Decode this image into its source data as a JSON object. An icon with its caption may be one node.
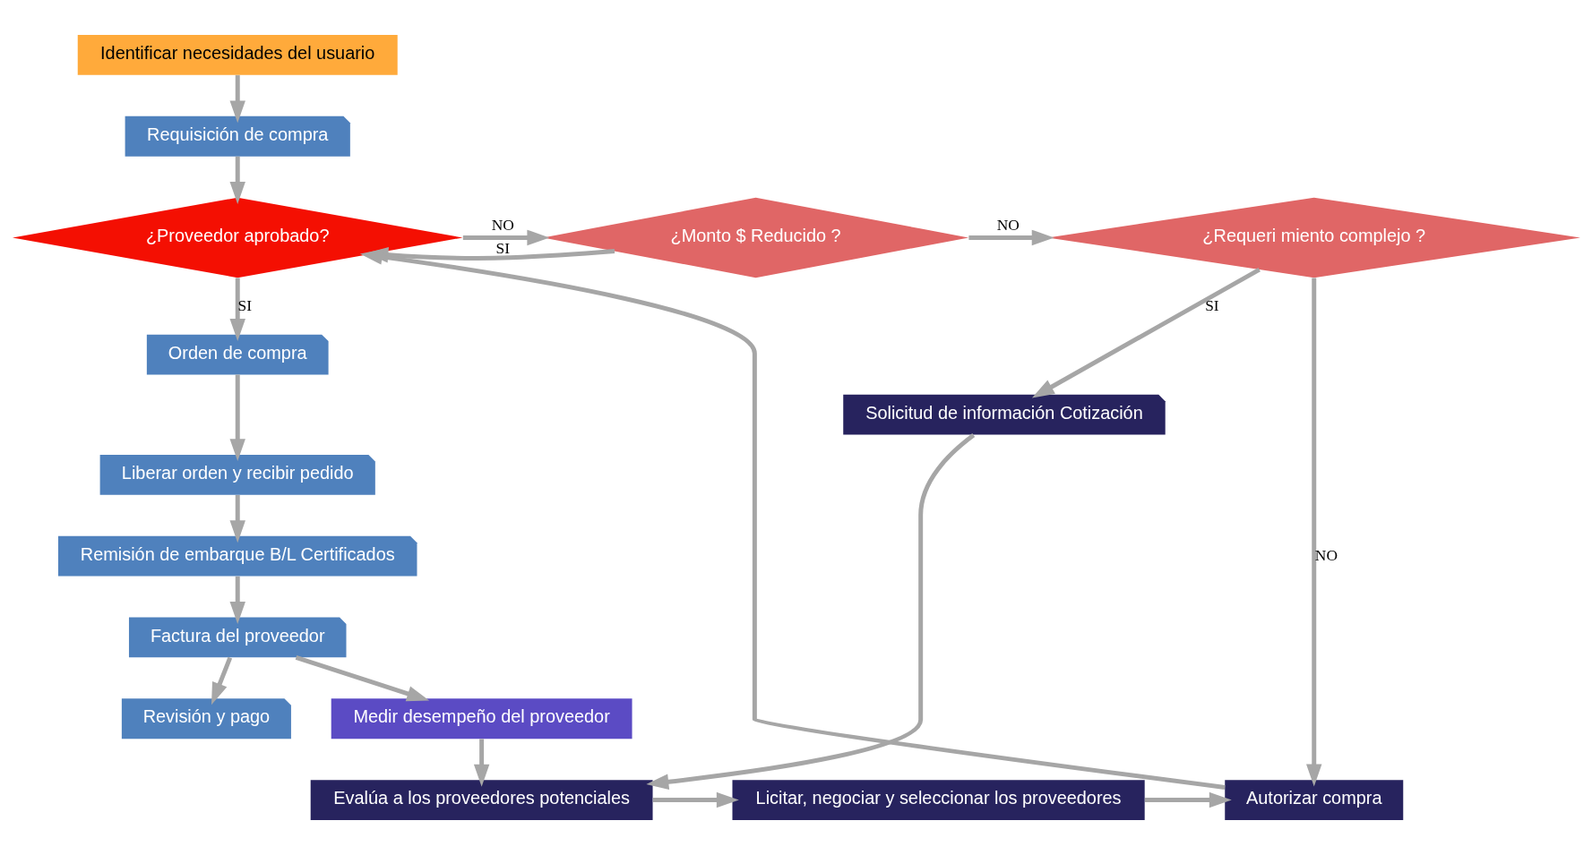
{
  "diagram": {
    "nodes": [
      {
        "text": [
          "Identificar necesidades del usuario"
        ]
      },
      {
        "text": [
          "Requisición de compra"
        ]
      },
      {
        "text": [
          "¿Proveedor aprobado?"
        ]
      },
      {
        "text": [
          "¿Monto $ Reducido ?"
        ]
      },
      {
        "text": [
          "¿Requeri miento complejo ?"
        ]
      },
      {
        "text": [
          "Orden de compra"
        ]
      },
      {
        "text": [
          "Liberar orden y recibir pedido"
        ]
      },
      {
        "text": [
          "Remisión de embarque B/L Certificados"
        ]
      },
      {
        "text": [
          "Factura del proveedor"
        ]
      },
      {
        "text": [
          "Revisión y pago"
        ]
      },
      {
        "text": [
          "Solicitud de información Cotización"
        ]
      },
      {
        "text": [
          "Evalúa a los proveedores potenciales"
        ]
      },
      {
        "text": [
          "Licitar, negociar y seleccionar los proveedores"
        ]
      },
      {
        "text": [
          "Autorizar compra"
        ]
      },
      {
        "text": [
          "Medir desempeño del proveedor"
        ]
      }
    ],
    "edges": [
      {
        "from": 0,
        "to": 1,
        "arrow": "to"
      },
      {
        "from": 1,
        "to": 2,
        "arrow": "to"
      },
      {
        "from": 2,
        "to": 5,
        "arrow": "to",
        "label": "SI"
      },
      {
        "from": 2,
        "to": 3,
        "arrow": "to",
        "label": "NO"
      },
      {
        "from": 3,
        "to": 4,
        "arrow": "to",
        "label": "NO"
      },
      {
        "from": 3,
        "to": 2,
        "arrow": "to",
        "label": "SI"
      },
      {
        "from": 4,
        "to": 13,
        "arrow": "to",
        "label": "NO"
      },
      {
        "from": 4,
        "to": 10,
        "arrow": "to",
        "label": "SI"
      },
      {
        "from": 10,
        "to": 11,
        "arrow": "to"
      },
      {
        "from": 11,
        "to": 12,
        "arrow": "to"
      },
      {
        "from": 12,
        "to": 13,
        "arrow": "to"
      },
      {
        "from": 13,
        "to": 2,
        "arrow": "to"
      },
      {
        "from": 5,
        "to": 6,
        "arrow": "to"
      },
      {
        "from": 6,
        "to": 7,
        "arrow": "to"
      },
      {
        "from": 7,
        "to": 8,
        "arrow": "to"
      },
      {
        "from": 8,
        "to": 9,
        "arrow": "to"
      },
      {
        "from": 8,
        "to": 14,
        "arrow": "to"
      },
      {
        "from": 14,
        "to": 11,
        "arrow": "to"
      }
    ]
  }
}
